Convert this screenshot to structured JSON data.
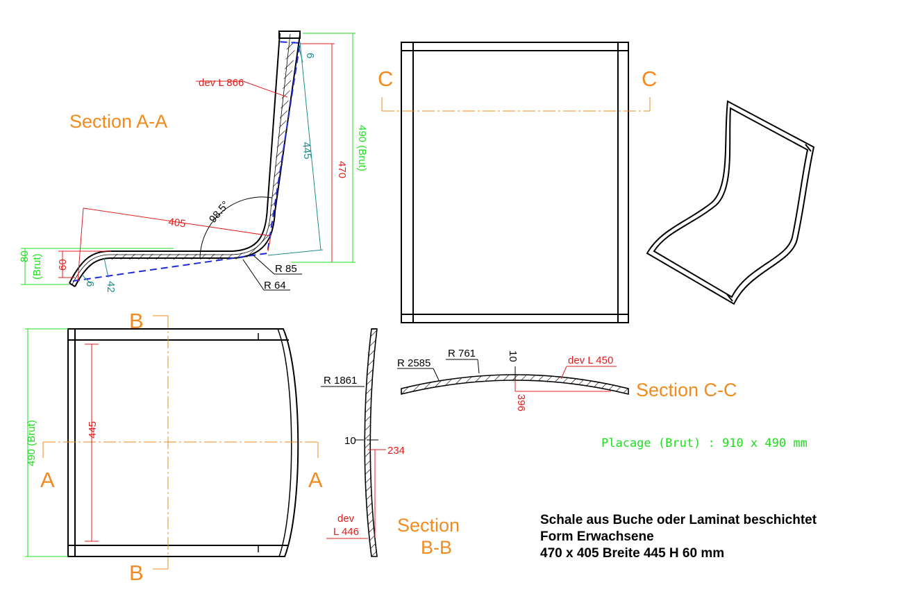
{
  "colors": {
    "accent": "#f28a1e",
    "dim_red": "#e01e1e",
    "dim_green": "#1ede1e",
    "dim_teal": "#1e8a8a",
    "mold": "#1e2ad6",
    "line": "#000000"
  },
  "sections": {
    "aa": "Section A-A",
    "bb_line1": "Section",
    "bb_line2": "B-B",
    "cc": "Section C-C"
  },
  "cut_marks": {
    "a": "A",
    "b": "B",
    "c": "C"
  },
  "dimensions": {
    "dev_l_866": "dev L 866",
    "d470": "470",
    "d490_brut": "490 (Brut)",
    "d445": "445",
    "d6_top": "6",
    "d405": "405",
    "angle": "98.5°",
    "r85": "R 85",
    "r64": "R 64",
    "d80": "80",
    "brut": "(Brut)",
    "d60": "60",
    "d6_bottom": "6",
    "d42": "42",
    "front_445": "445",
    "front_490": "490 (Brut)",
    "r1861": "R 1861",
    "t10_b": "10",
    "d234": "234",
    "dev": "dev",
    "l446": "L 446",
    "r2585": "R 2585",
    "r761": "R 761",
    "t10_c": "10",
    "dev_l_450": "dev L 450",
    "d396": "396"
  },
  "veneer": "Placage (Brut) : 910 x 490 mm",
  "info": {
    "line1": "Schale aus Buche oder Laminat beschichtet",
    "line2": "Form Erwachsene",
    "line3": "470 x 405 Breite 445 H 60 mm"
  }
}
